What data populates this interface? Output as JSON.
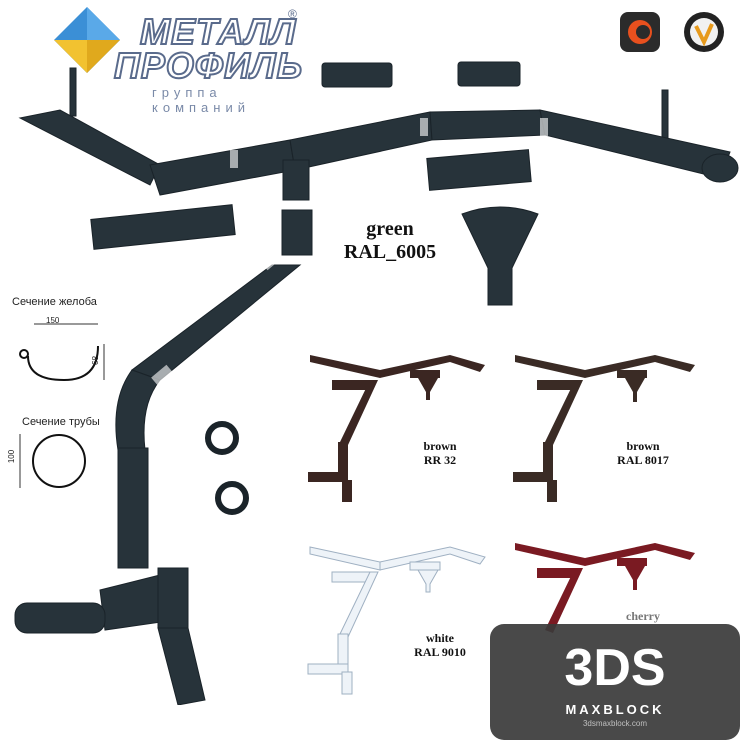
{
  "brand": {
    "name_line1": "МЕТАЛЛ",
    "name_line2": "ПРОФИЛЬ",
    "registered": "®",
    "tagline": "группа компаний"
  },
  "main_variant": {
    "color_name": "green",
    "code": "RAL_6005",
    "color": "#27333a"
  },
  "sections": {
    "gutter": {
      "label": "Сечение желоба",
      "width": "150",
      "depth": "89"
    },
    "pipe": {
      "label": "Сечение трубы",
      "diameter": "100"
    }
  },
  "variants": [
    {
      "color_name": "brown",
      "code": "RR 32",
      "color": "#3b2622"
    },
    {
      "color_name": "brown",
      "code": "RAL 8017",
      "color": "#3a2b25"
    },
    {
      "color_name": "white",
      "code": "RAL 9010",
      "color": "#eef3f8"
    },
    {
      "color_name": "cherry",
      "code": "",
      "color": "#7a1a22"
    }
  ],
  "watermark": {
    "big": "3DS",
    "small": "MAXBLOCK",
    "site": "3dsmaxblock.com"
  },
  "app_icons": [
    "corona-render-icon",
    "vray-icon"
  ]
}
